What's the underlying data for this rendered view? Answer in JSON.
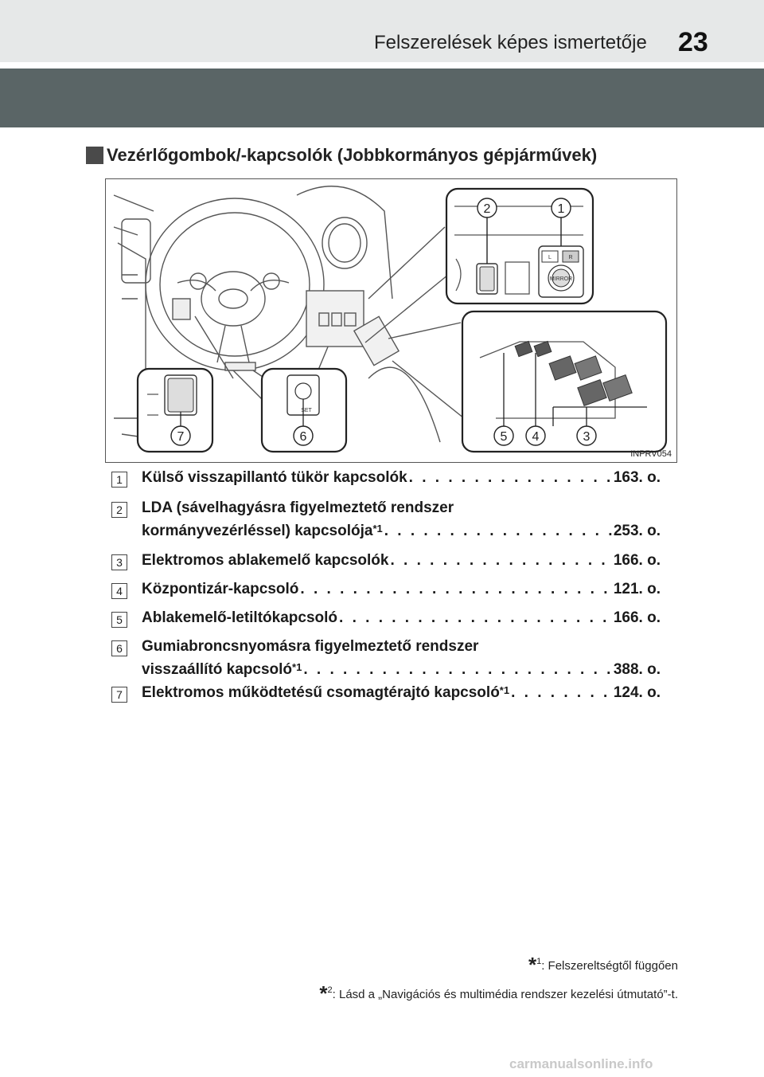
{
  "header": {
    "chapter_title": "Felszerelések képes ismertetője",
    "page_number": "23"
  },
  "section": {
    "heading": "Vezérlőgombok/-kapcsolók (Jobbkormányos gépjárművek)"
  },
  "figure": {
    "code": "INPRV054",
    "callouts": [
      "1",
      "2",
      "3",
      "4",
      "5",
      "6",
      "7"
    ],
    "switch_labels": {
      "set": "SET",
      "mirror": "MIRROR",
      "left": "L",
      "right": "R"
    }
  },
  "items": [
    {
      "num": "1",
      "lines": [
        {
          "text": "Külső visszapillantó tükör kapcsolók",
          "sup": "",
          "ref": "163. o."
        }
      ]
    },
    {
      "num": "2",
      "lines": [
        {
          "text": "LDA (sávelhagyásra figyelmeztető rendszer",
          "sup": "",
          "ref": ""
        },
        {
          "text": "kormányvezérléssel) kapcsolója",
          "sup": "*1",
          "ref": "253. o."
        }
      ]
    },
    {
      "num": "3",
      "lines": [
        {
          "text": "Elektromos ablakemelő kapcsolók",
          "sup": "",
          "ref": "166. o."
        }
      ]
    },
    {
      "num": "4",
      "lines": [
        {
          "text": "Központizár-kapcsoló",
          "sup": "",
          "ref": "121. o."
        }
      ]
    },
    {
      "num": "5",
      "lines": [
        {
          "text": "Ablakemelő-letiltókapcsoló",
          "sup": "",
          "ref": "166. o."
        }
      ]
    },
    {
      "num": "6",
      "lines": [
        {
          "text": "Gumiabroncsnyomásra figyelmeztető rendszer",
          "sup": "",
          "ref": ""
        },
        {
          "text": "visszaállító kapcsoló",
          "sup": "*1",
          "ref": "388. o."
        }
      ]
    },
    {
      "num": "7",
      "lines": [
        {
          "text": "Elektromos működtetésű csomagtérajtó kapcsoló",
          "sup": "*1",
          "ref": "124. o."
        }
      ]
    }
  ],
  "footnotes": [
    {
      "star": "*",
      "num": "1",
      "text": ": Felszereltségtől függően"
    },
    {
      "star": "*",
      "num": "2",
      "text": ": Lásd a „Navigációs és multimédia rendszer kezelési útmutató”-t."
    }
  ],
  "watermark": "carmanualsonline.info"
}
